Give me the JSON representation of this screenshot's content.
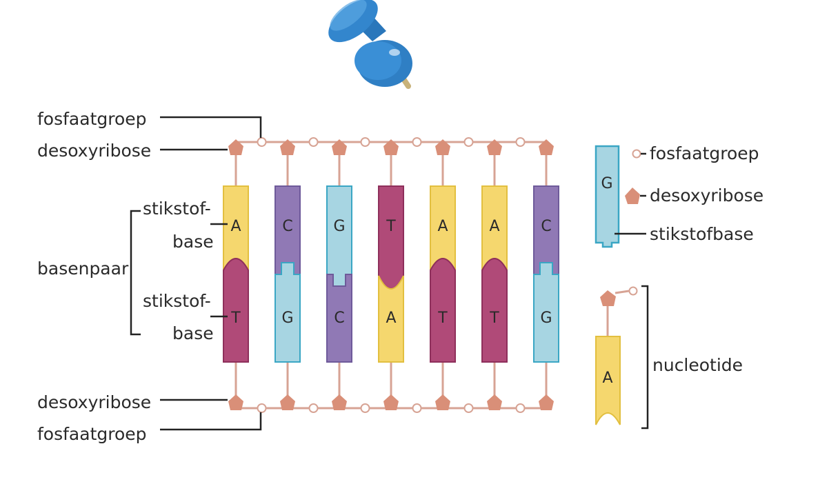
{
  "colors": {
    "adenine": "#f5d76e",
    "thymine": "#b04a78",
    "cytosine": "#9079b5",
    "guanine": "#a7d5e2",
    "sugar": "#d98f78",
    "backbone": "#d7a394",
    "phosphate_fill": "#ffffff",
    "pin": "#2f7fc4"
  },
  "icons": {
    "pushpin": "pushpin-icon"
  },
  "left_labels": {
    "top_phosphate": "fosfaatgroep",
    "top_sugar": "desoxyribose",
    "bottom_sugar": "desoxyribose",
    "bottom_phosphate": "fosfaatgroep",
    "base_pair": "basenpaar",
    "upper_base_line1": "stikstof-",
    "upper_base_line2": "base",
    "lower_base_line1": "stikstof-",
    "lower_base_line2": "base"
  },
  "strand_top": [
    "A",
    "C",
    "G",
    "T",
    "A",
    "A",
    "C"
  ],
  "strand_bottom": [
    "T",
    "G",
    "C",
    "A",
    "T",
    "T",
    "G"
  ],
  "legend": {
    "letter": "G",
    "phosphate_label": "fosfaatgroep",
    "sugar_label": "desoxyribose",
    "base_label": "stikstofbase"
  },
  "nucleotide": {
    "letter": "A",
    "label": "nucleotide"
  }
}
